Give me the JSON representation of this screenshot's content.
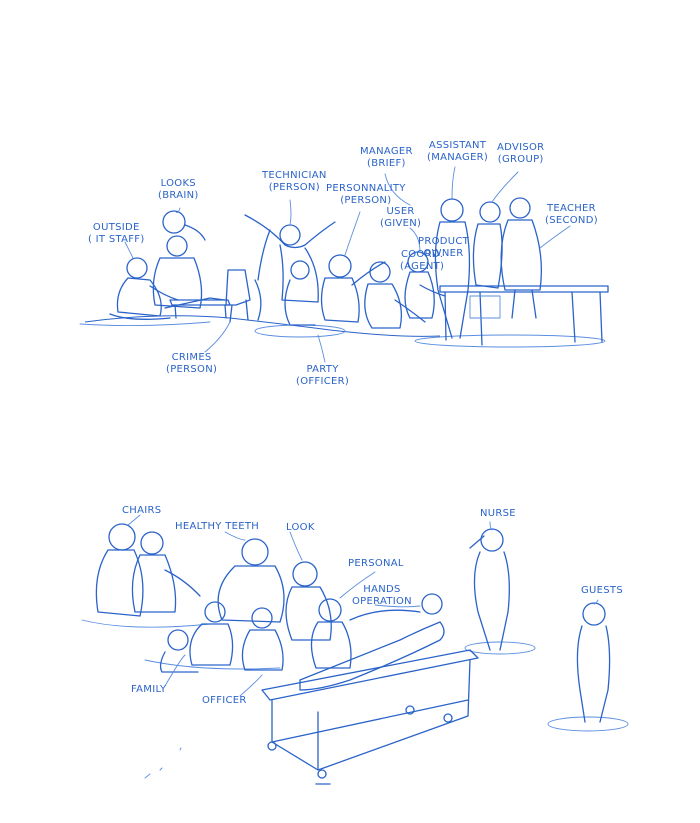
{
  "top_labels": [
    {
      "id": "lc",
      "line1": "LOOKS",
      "line2": "(BRAIN)"
    },
    {
      "id": "ul",
      "line1": "OUTSIDE",
      "line2": "( IT STAFF)"
    },
    {
      "id": "ts",
      "line1": "TECHNICIAN",
      "line2": "(PERSON)"
    },
    {
      "id": "tm",
      "line1": "PERSONNALITY",
      "line2": "(PERSON)"
    },
    {
      "id": "rw",
      "line1": "MANAGER",
      "line2": "(BRIEF)"
    },
    {
      "id": "ms",
      "line1": "ASSISTANT",
      "line2": "(MANAGER)"
    },
    {
      "id": "mf",
      "line1": "ADVISOR",
      "line2": "(GROUP)"
    },
    {
      "id": "wn",
      "line1": "USER",
      "line2": "(GIVEN)"
    },
    {
      "id": "td",
      "line1": "TEACHER",
      "line2": "(SECOND)"
    },
    {
      "id": "gp",
      "line1": "PRODUCT",
      "line2": "OWNER"
    },
    {
      "id": "rp",
      "line1": "COORD.",
      "line2": "(AGENT)"
    },
    {
      "id": "cl",
      "line1": "CRIMES",
      "line2": "(PERSON)"
    },
    {
      "id": "bt",
      "line1": "PARTY",
      "line2": "(OFFICER)"
    }
  ],
  "bottom_labels": [
    {
      "id": "cb",
      "text": "CHAIRS"
    },
    {
      "id": "hm",
      "text": "HEALTHY TEETH"
    },
    {
      "id": "ck",
      "text": "LOOK"
    },
    {
      "id": "st",
      "text": "PERSONAL"
    },
    {
      "id": "ha",
      "line1": "HANDS",
      "line2": "OPERATION"
    },
    {
      "id": "nr",
      "text": "NURSE"
    },
    {
      "id": "fm",
      "text": "FAMILY"
    },
    {
      "id": "gr",
      "text": "GUESTS"
    },
    {
      "id": "br",
      "text": "OFFICER"
    }
  ]
}
